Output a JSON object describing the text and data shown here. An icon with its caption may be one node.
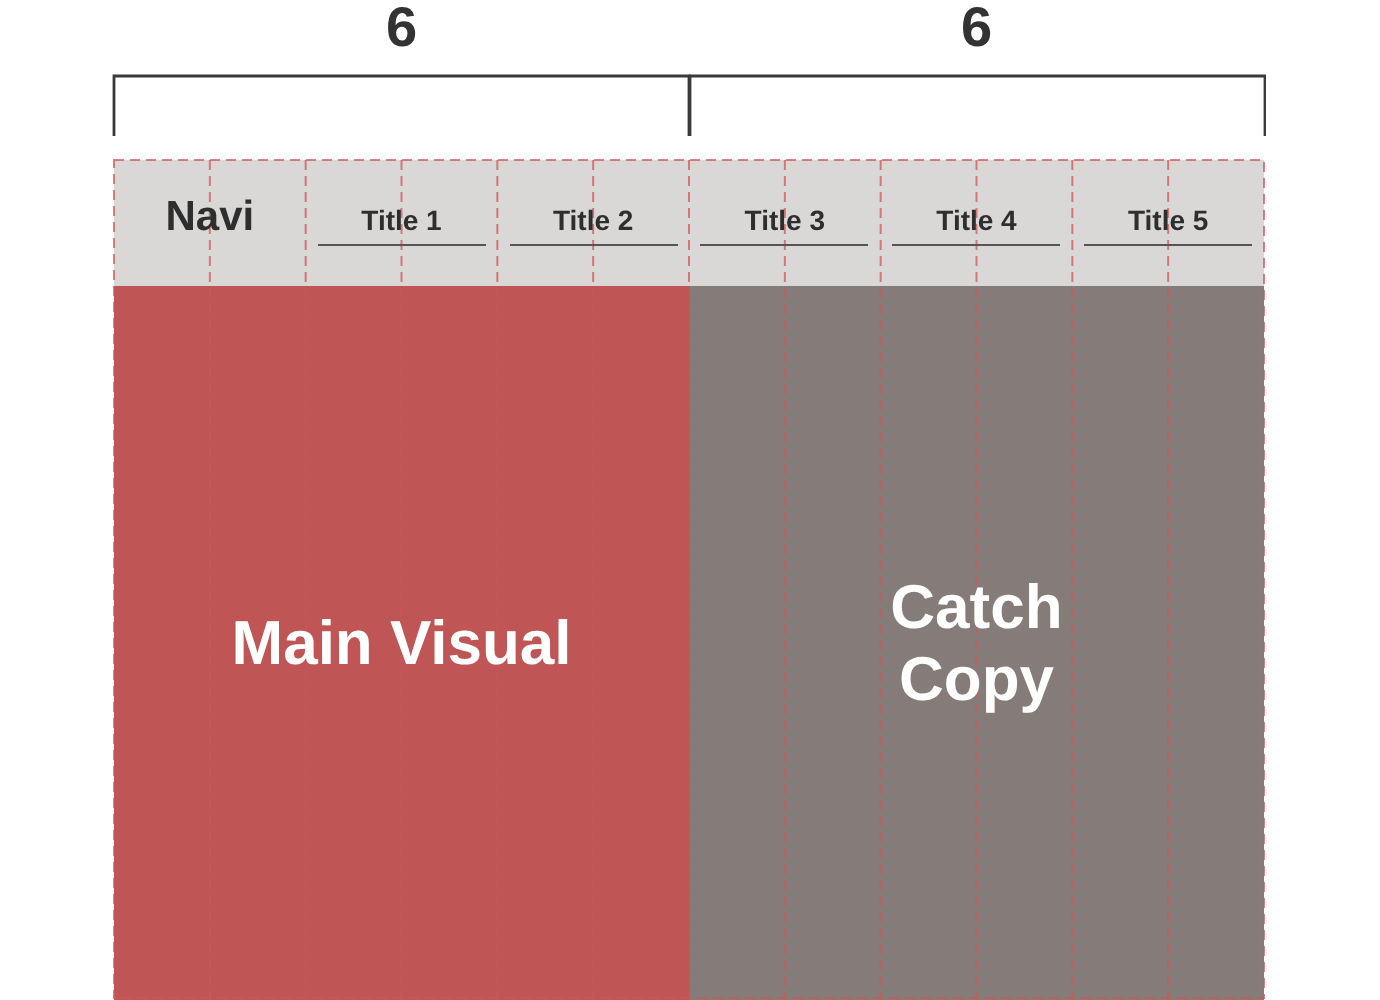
{
  "diagram": {
    "nodes": [
      {
        "text": [
          "Navi",
          "Title 1",
          "Title 2",
          "Title 3",
          "Title 4",
          "Title 5"
        ]
      },
      {
        "text": [
          "Main Visual"
        ]
      },
      {
        "text": [
          "Catch Copy"
        ]
      }
    ],
    "labels": [
      "6",
      "6"
    ]
  }
}
